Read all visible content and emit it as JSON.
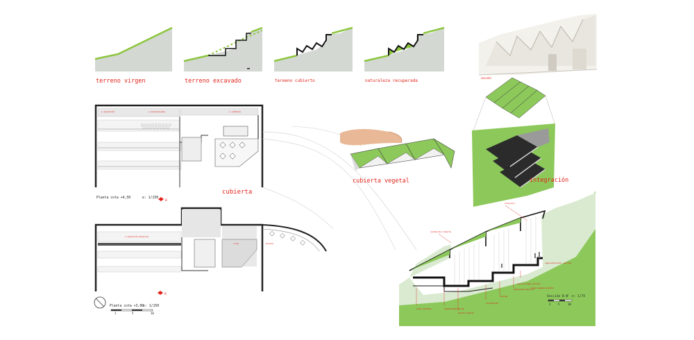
{
  "stages": [
    {
      "label": "terreno virgen"
    },
    {
      "label": "terreno excavado"
    },
    {
      "label": "tereeno cubierto"
    },
    {
      "label": "naturaleza recuperada"
    }
  ],
  "labels": {
    "cubierta": "cubierta",
    "cubierta_vegetal": "cubierta vegetal",
    "integracion": "integración",
    "section_marker": "B",
    "section_marker_2": "B"
  },
  "plans": {
    "upper": {
      "title": "Planta cota +4,50",
      "scale": "e: 1/150"
    },
    "lower": {
      "title": "Planta cota +3,00",
      "scale": "e: 1/150",
      "scale_ticks": [
        "1",
        "5",
        "10"
      ]
    }
  },
  "section": {
    "title": "Sección B-B' e: 1/75",
    "scale_ticks": [
      "1",
      "5",
      "10"
    ]
  },
  "colors": {
    "green_line": "#8dc63f",
    "green_fill": "#8cc85a",
    "grey_fill": "#d3d8d3",
    "accent_red": "#e2231a",
    "plan_fill": "#e8e8e8"
  }
}
